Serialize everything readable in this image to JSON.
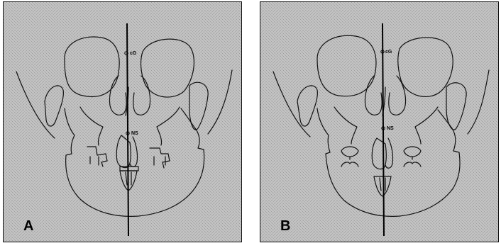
{
  "panels": [
    {
      "letter": "A",
      "upper_point_label": "cG",
      "lower_point_label": "NS"
    },
    {
      "letter": "B",
      "upper_point_label": "cG",
      "lower_point_label": "NS"
    }
  ],
  "colors": {
    "background_texture": "#b9b9b9",
    "line": "#111111",
    "frame": "#111111"
  }
}
